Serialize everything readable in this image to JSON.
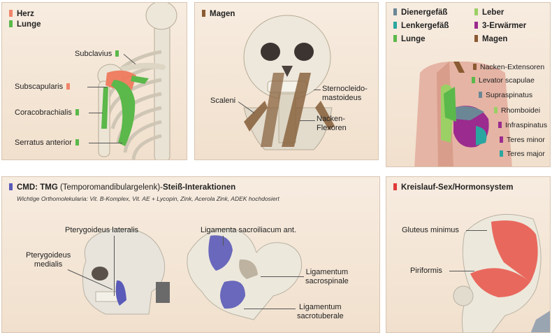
{
  "panel_heart": {
    "legend": [
      {
        "label": "Herz",
        "color": "#f0846b"
      },
      {
        "label": "Lunge",
        "color": "#5bb84a"
      }
    ],
    "labels": {
      "subclavius": "Subclavius",
      "subscapularis": "Subscapularis",
      "coracobrachialis": "Coracobrachialis",
      "serratus": "Serratus anterior"
    }
  },
  "panel_stomach": {
    "legend": [
      {
        "label": "Magen",
        "color": "#8a5a32"
      }
    ],
    "labels": {
      "sterno_1": "Sternocleido-",
      "sterno_2": "mastoideus",
      "scaleni": "Scaleni",
      "nacken_1": "Nacken-",
      "nacken_2": "Flexoren"
    }
  },
  "panel_back": {
    "legend": [
      {
        "label": "Dienergefäß",
        "color": "#6b8796"
      },
      {
        "label": "Leber",
        "color": "#9bd065"
      },
      {
        "label": "Lenkergefäß",
        "color": "#2aa6a0"
      },
      {
        "label": "3-Erwärmer",
        "color": "#9b2b8e"
      },
      {
        "label": "Lunge",
        "color": "#5bb84a"
      },
      {
        "label": "Magen",
        "color": "#8a5a32"
      }
    ],
    "labels": {
      "nacken_ext": "Nacken-Extensoren",
      "levator": "Levator scapulae",
      "supraspinatus": "Supraspinatus",
      "rhomboidei": "Rhomboidei",
      "infraspinatus": "Infraspinatus",
      "teres_minor": "Teres minor",
      "teres_major": "Teres major"
    }
  },
  "panel_cmd": {
    "header_strong": "CMD: TMG",
    "header_rest": " (Temporomandibulargelenk)-",
    "header_strong2": "Steiß-Interaktionen",
    "subtitle": "Wichtige Orthomolekularia: Vit. B-Komplex, Vit. AE + Lycopin, Zink, Acerola Zink, ADEK hochdosiert",
    "accent": "#5a5ab8",
    "labels": {
      "pter_lat": "Pterygoideus lateralis",
      "pter_med_1": "Pterygoideus",
      "pter_med_2": "medialis",
      "lig_sacro": "Ligamenta sacroiliacum ant.",
      "lig_spin_1": "Ligamentum",
      "lig_spin_2": "sacrospinale",
      "lig_tub_1": "Ligamentum",
      "lig_tub_2": "sacrotuberale"
    }
  },
  "panel_kreislauf": {
    "header": "Kreislauf-Sex/Hormonsystem",
    "accent": "#e03b3b",
    "labels": {
      "gluteus": "Gluteus minimus",
      "piriformis": "Piriformis"
    }
  }
}
